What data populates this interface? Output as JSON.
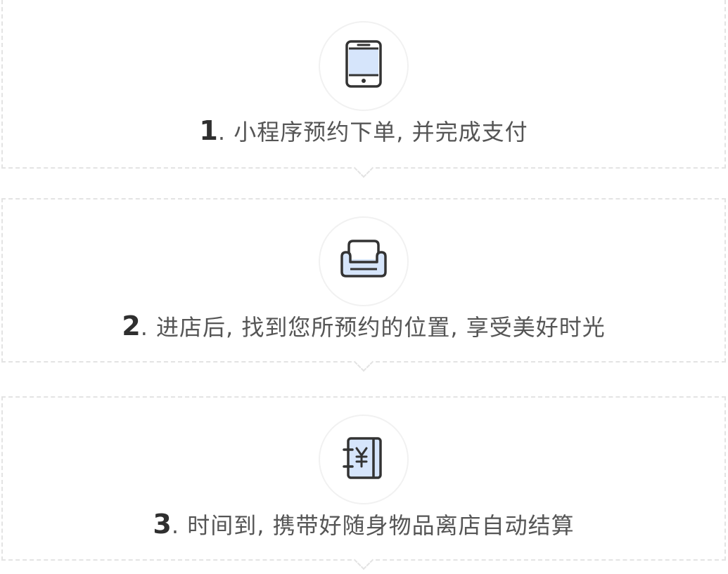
{
  "steps": [
    {
      "number": "1",
      "separator": ". ",
      "text": "小程序预约下单, 并完成支付",
      "icon": "phone-icon"
    },
    {
      "number": "2",
      "separator": ". ",
      "text": "进店后, 找到您所预约的位置, 享受美好时光",
      "icon": "sofa-icon"
    },
    {
      "number": "3",
      "separator": ". ",
      "text": "时间到, 携带好随身物品离店自动结算",
      "icon": "yen-notebook-icon"
    }
  ],
  "colors": {
    "icon_stroke": "#333333",
    "icon_fill": "#d6e5fb",
    "dashed_border": "#e3e3e3"
  }
}
